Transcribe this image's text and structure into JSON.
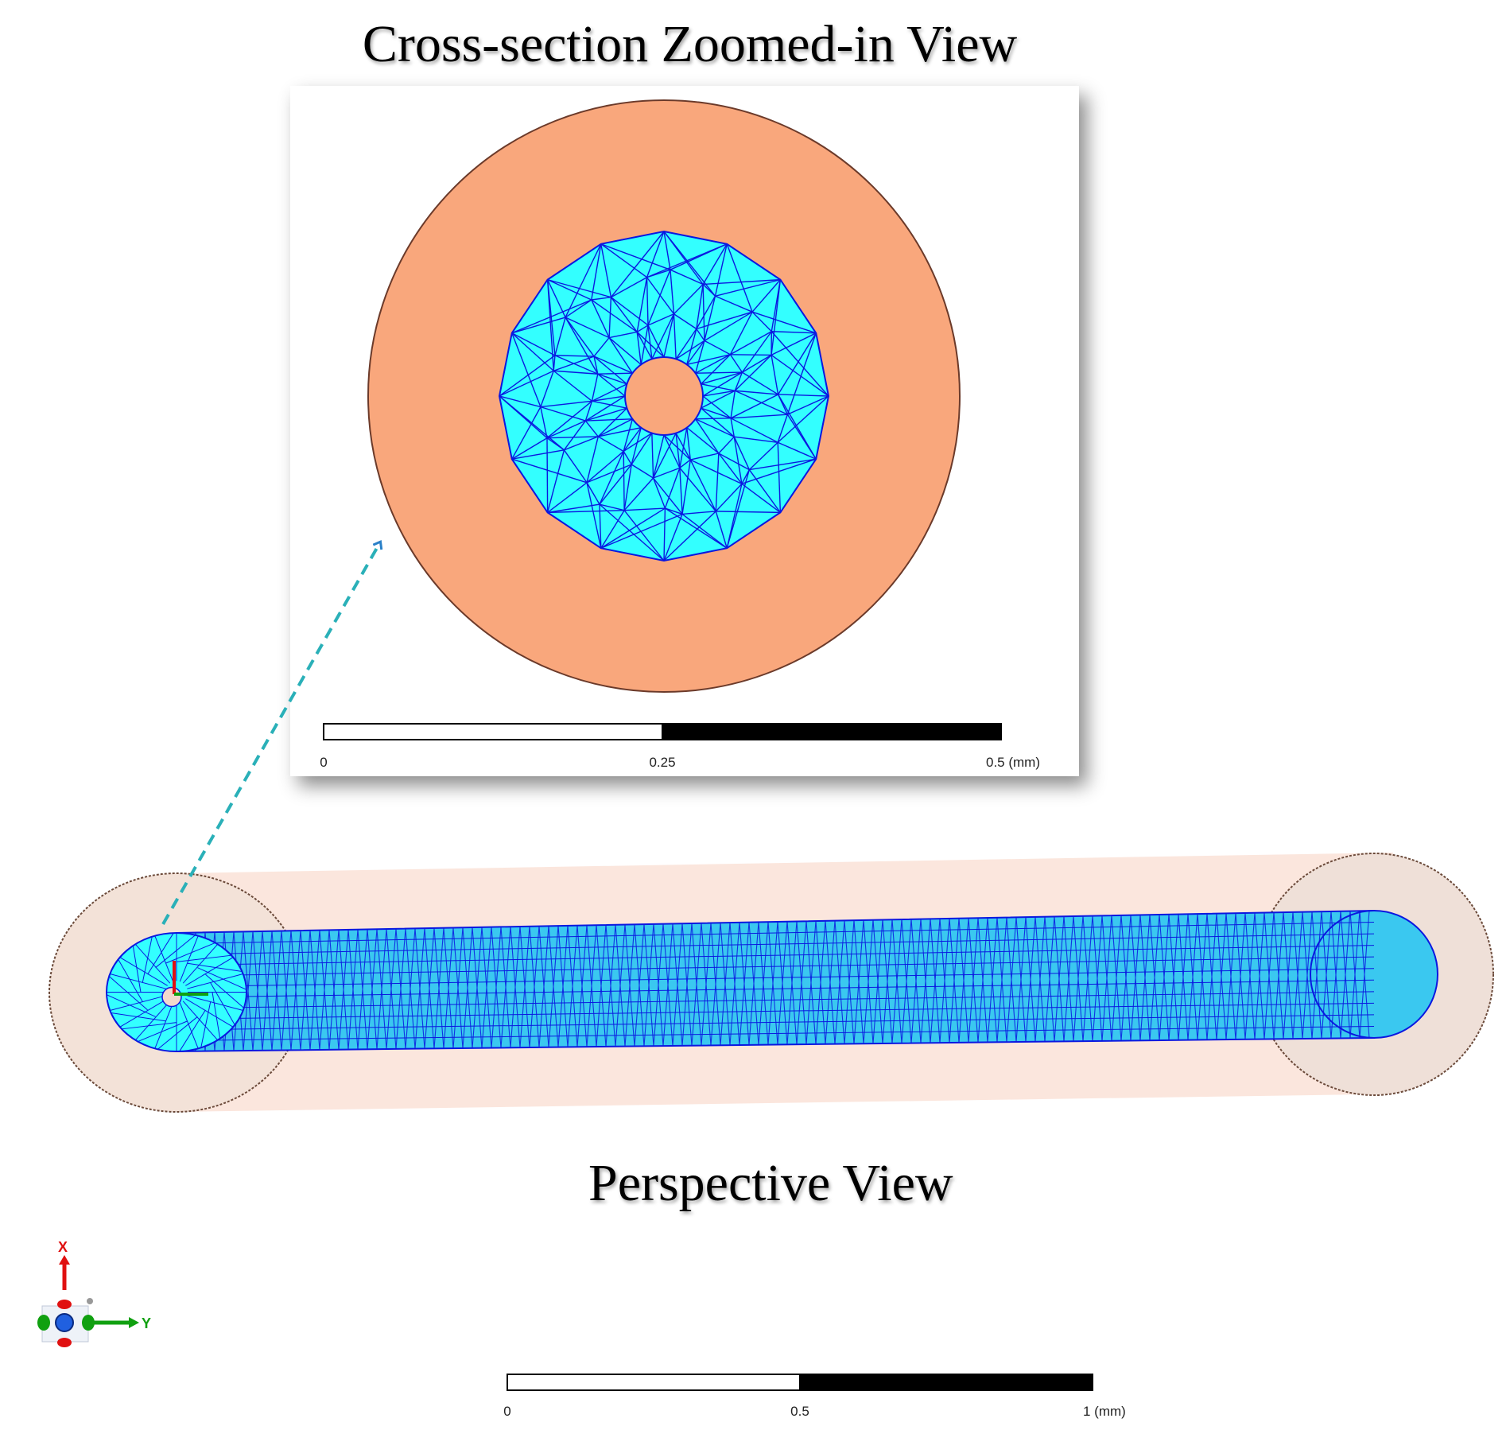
{
  "titles": {
    "top": "Cross-section Zoomed-in View",
    "bottom": "Perspective View"
  },
  "zoom_scale": {
    "ticks": [
      "0",
      "0.25",
      "0.5 (mm)"
    ]
  },
  "main_scale": {
    "ticks": [
      "0",
      "0.5",
      "1 (mm)"
    ]
  },
  "triad": {
    "x_label": "X",
    "y_label": "Y"
  },
  "colors": {
    "outer_tissue": "#f9a77c",
    "mesh_fill": "#33ffff",
    "mesh_edge": "#0b18e0",
    "pointer_arrow": "#2aa8b8",
    "x_axis": "#e01010",
    "y_axis": "#10a010"
  }
}
